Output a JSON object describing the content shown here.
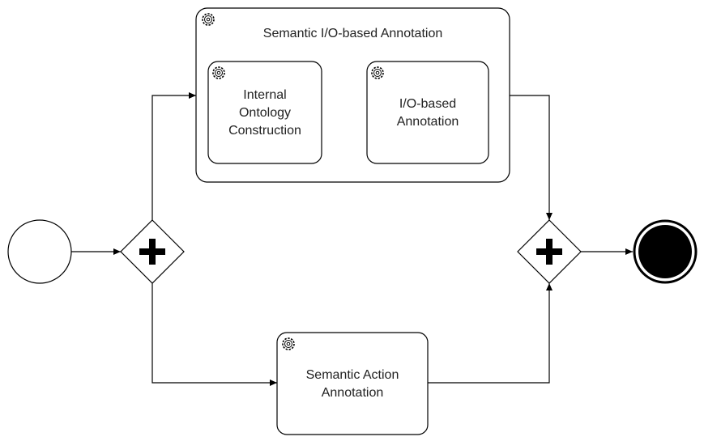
{
  "diagram": {
    "subprocess": {
      "label": "Semantic I/O-based Annotation",
      "icon": "gear-icon"
    },
    "tasks": {
      "internal_ontology": {
        "label": "Internal\nOntology\nConstruction",
        "icon": "gear-icon"
      },
      "io_annotation": {
        "label": "I/O-based\nAnnotation",
        "icon": "gear-icon"
      },
      "semantic_action": {
        "label": "Semantic Action\nAnnotation",
        "icon": "gear-icon"
      }
    },
    "events": {
      "start": "start-event",
      "end": "end-event"
    },
    "gateways": {
      "split": "parallel-gateway",
      "join": "parallel-gateway"
    },
    "colors": {
      "stroke": "#000000",
      "fill": "#ffffff",
      "end_fill": "#000000"
    }
  }
}
